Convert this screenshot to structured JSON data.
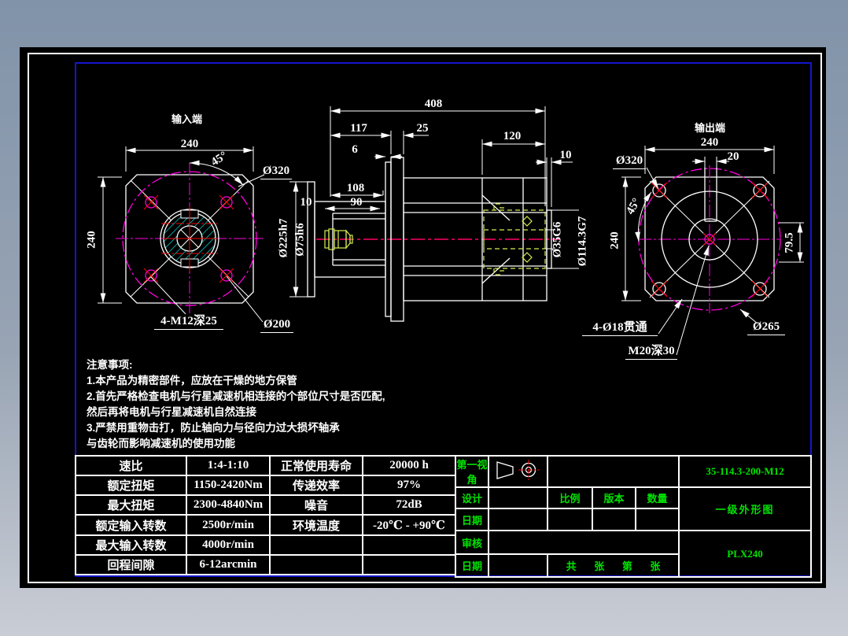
{
  "colors": {
    "background_top": "#8193a9",
    "background_bottom": "#c9cdd5",
    "sheet": "#000000",
    "line_white": "#ffffff",
    "frame_blue": "#1515cc",
    "title_green": "#00e400",
    "magenta": "#ff00ff",
    "red": "#ff0000",
    "centerline_pink": "#ff0066",
    "hidden_yellow": "#d8ee55",
    "hatch_cyan": "#00ffff"
  },
  "views": {
    "input": {
      "title": "输入端",
      "dims": {
        "w240": "240",
        "h240": "240",
        "angle": "45°",
        "d320": "Ø320",
        "bolt": "4-M12深25",
        "d200": "Ø200"
      }
    },
    "section": {
      "dims": {
        "len408": "408",
        "d117": "117",
        "d25": "25",
        "d120": "120",
        "d10r": "10",
        "d6": "6",
        "d108": "108",
        "d10l": "10",
        "d90": "90",
        "d75": "Ø75h6",
        "d225": "Ø225h7",
        "d35": "Ø35G6",
        "d114": "Ø114.3G7"
      }
    },
    "output": {
      "title": "输出端",
      "dims": {
        "w240": "240",
        "h240": "240",
        "d20": "20",
        "angle": "45°",
        "d320": "Ø320",
        "d795": "79.5",
        "bolt": "4-Ø18贯通",
        "m20": "M20深30",
        "d265": "Ø265"
      }
    }
  },
  "notes": {
    "title": "注意事项:",
    "line1": "1.本产品为精密部件，应放在干燥的地方保管",
    "line2": "2.首先严格检查电机与行星减速机相连接的个部位尺寸是否匹配,",
    "line3": "然后再将电机与行星减速机自然连接",
    "line4": "3.严禁用重物击打，防止轴向力与径向力过大损坏轴承",
    "line5": "与齿轮而影响减速机的使用功能"
  },
  "spec_table": {
    "rows": [
      {
        "c0": "速比",
        "c1": "1:4-1:10",
        "c2": "正常使用寿命",
        "c3": "20000 h"
      },
      {
        "c0": "额定扭矩",
        "c1": "1150-2420Nm",
        "c2": "传递效率",
        "c3": "97%"
      },
      {
        "c0": "最大扭矩",
        "c1": "2300-4840Nm",
        "c2": "噪音",
        "c3": "72dB"
      },
      {
        "c0": "额定输入转数",
        "c1": "2500r/min",
        "c2": "环境温度",
        "c3": "-20℃ - +90℃"
      },
      {
        "c0": "最大输入转数",
        "c1": "4000r/min",
        "c2": "",
        "c3": ""
      },
      {
        "c0": "回程间隙",
        "c1": "6-12arcmin",
        "c2": "",
        "c3": ""
      }
    ]
  },
  "title_block": {
    "view_angle_label": "第一视角",
    "labels": {
      "design": "设计",
      "date1": "日期",
      "audit": "审核",
      "date2": "日期",
      "scale": "比例",
      "version": "版本",
      "qty": "数量"
    },
    "sheet_words": {
      "w0": "共",
      "w1": "张",
      "w2": "第",
      "w3": "张"
    },
    "model": "35-114.3-200-M12",
    "drawing_name": "一级外形图",
    "series": "PLX240"
  }
}
